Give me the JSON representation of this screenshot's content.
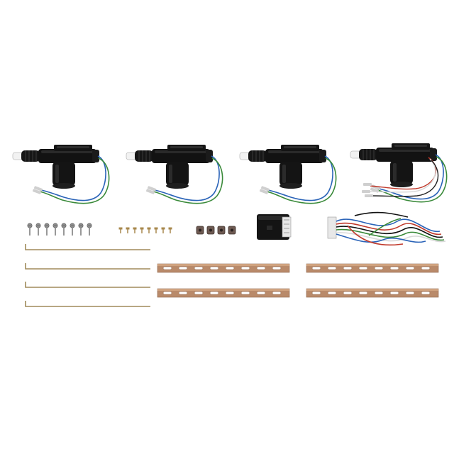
{
  "photo": {
    "background": "#ffffff",
    "colors": {
      "actuator_body": "#121212",
      "actuator_highlight": "#2a2a2a",
      "plunger_tip": "#f2f2f2",
      "wire_blue": "#2a63b8",
      "wire_green": "#3a8a3a",
      "wire_red": "#c0392b",
      "wire_white": "#d9d9d9",
      "rod_brass": "#a08a5a",
      "bracket_metal": "#b98a6a",
      "screw_silver": "#8d8d8d",
      "screw_brass": "#a8884d"
    },
    "components": [
      "actuator-motor",
      "actuator-motor",
      "actuator-motor",
      "actuator-motor",
      "long-screws",
      "small-screws",
      "rod-clips",
      "control-relay-box",
      "wiring-harness",
      "linkage-rods",
      "mounting-brackets"
    ]
  }
}
